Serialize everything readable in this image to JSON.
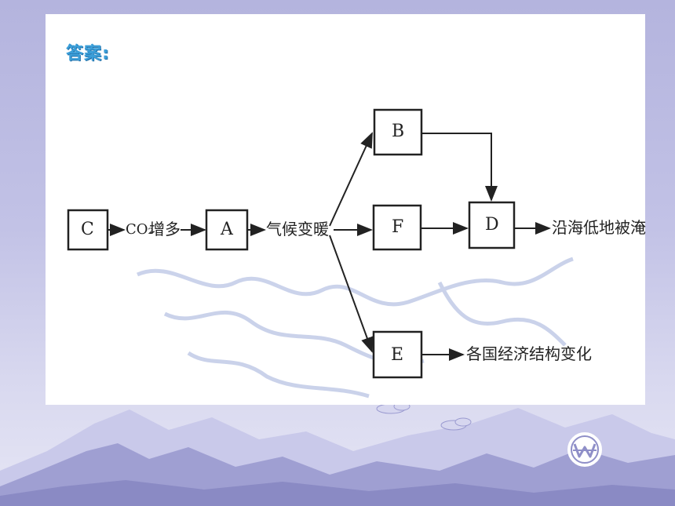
{
  "heading": "答案:",
  "nodes": {
    "c": "C",
    "a": "A",
    "b": "B",
    "f": "F",
    "d": "D",
    "e": "E"
  },
  "labels": {
    "co2": "CO₂",
    "increase": "增多",
    "warming": "气候变暖",
    "flooded": "沿海低地被淹",
    "economy": "各国经济结构变化"
  },
  "colors": {
    "background": "#b4b4de",
    "heading": "#3b9ed8",
    "mountain": "#9898cc"
  }
}
